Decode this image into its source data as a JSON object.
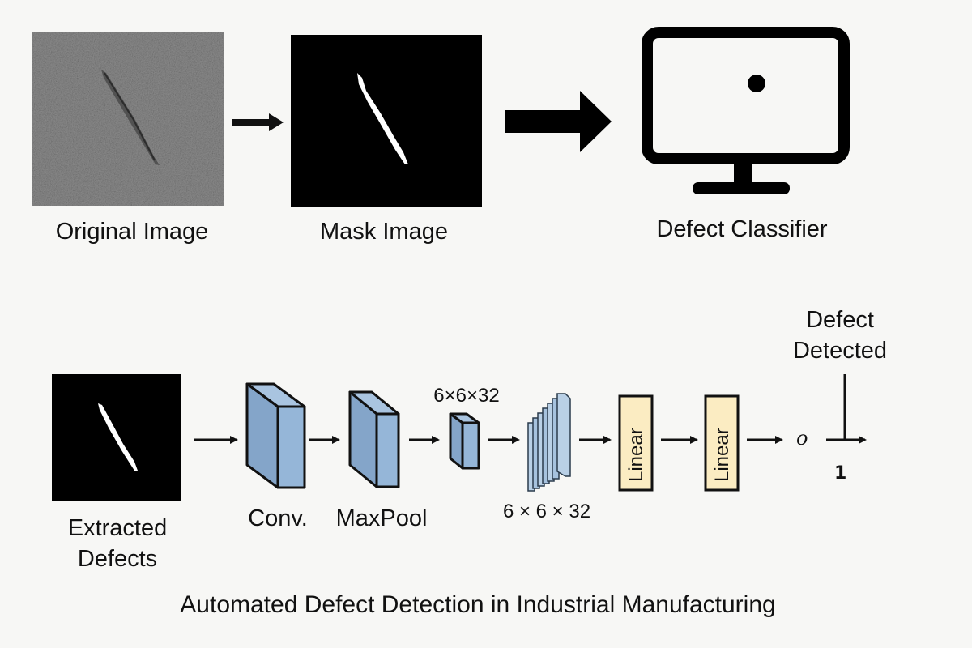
{
  "top_row": {
    "original_image_label": "Original Image",
    "mask_image_label": "Mask Image",
    "classifier_label": "Defect Classifier"
  },
  "pipeline": {
    "extracted_label_line1": "Extracted",
    "extracted_label_line2": "Defects",
    "conv_label": "Conv.",
    "maxpool_label": "MaxPool",
    "small_block_dims": "6×6×32",
    "stack_dims": "6 × 6 × 32",
    "linear1_label": "Linear",
    "linear2_label": "Linear",
    "output_symbol": "o",
    "output_value": "1",
    "detected_line1": "Defect",
    "detected_line2": "Detected"
  },
  "caption": "Automated Defect Detection in Industrial Manufacturing",
  "colors": {
    "block_face": "#95b6d8",
    "block_edge": "#111111",
    "linear_fill": "#fbecc2",
    "background": "#f7f7f5"
  },
  "icons": [
    "arrow-right-icon",
    "monitor-icon"
  ]
}
